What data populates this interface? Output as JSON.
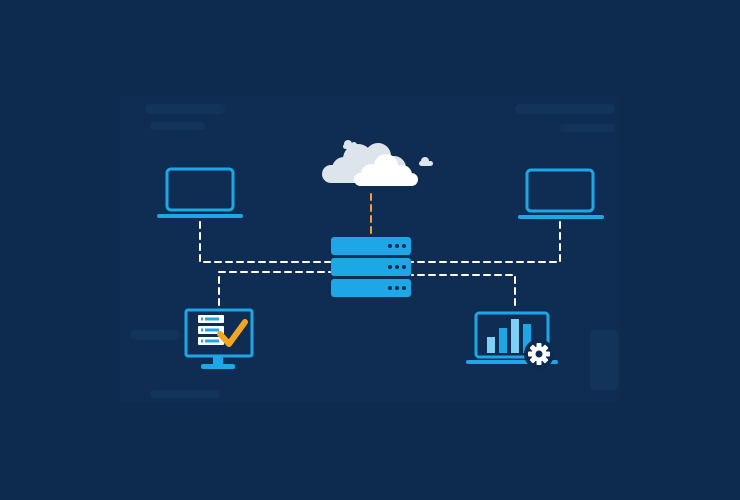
{
  "colors": {
    "background": "#0d2a4f",
    "panel_tint": "#143459",
    "accent_blue": "#1ea7e6",
    "light_blue": "#7fd0f5",
    "connector": "#ffffff",
    "cloud_link": "#f2a13a",
    "check": "#f4a623",
    "cloud": "#dde4ec",
    "gear": "#ffffff"
  },
  "nodes": [
    {
      "id": "cloud",
      "icon": "cloud-icon"
    },
    {
      "id": "server",
      "icon": "server-stack-icon"
    },
    {
      "id": "laptop-left",
      "icon": "laptop-icon"
    },
    {
      "id": "laptop-right",
      "icon": "laptop-icon"
    },
    {
      "id": "monitor-checklist",
      "icon": "checklist-monitor-icon"
    },
    {
      "id": "laptop-analytics",
      "icon": "bar-chart-laptop-icon"
    }
  ],
  "connections": [
    {
      "from": "cloud",
      "to": "server",
      "style": "dashed",
      "color": "cloud_link"
    },
    {
      "from": "laptop-left",
      "to": "server",
      "style": "dashed",
      "color": "connector"
    },
    {
      "from": "laptop-right",
      "to": "server",
      "style": "dashed",
      "color": "connector"
    },
    {
      "from": "monitor-checklist",
      "to": "server",
      "style": "dashed",
      "color": "connector"
    },
    {
      "from": "laptop-analytics",
      "to": "server",
      "style": "dashed",
      "color": "connector"
    }
  ]
}
